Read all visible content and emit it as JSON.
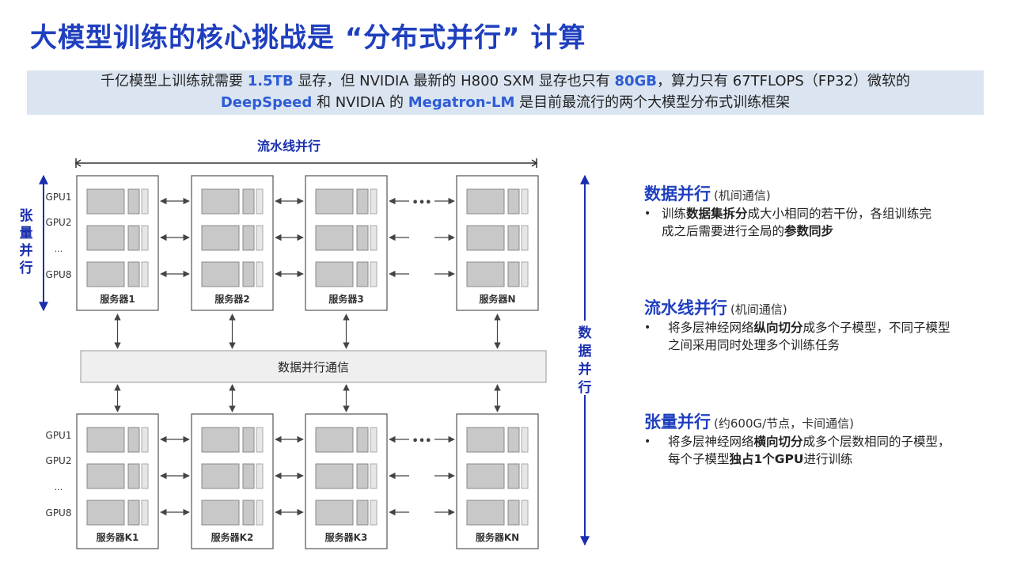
{
  "title": "大模型训练的核心挑战是 “分布式并行” 计算",
  "banner": {
    "line1_parts": [
      "千亿模型上训练就需要 ",
      "1.5TB",
      " 显存，但 NVIDIA 最新的 H800 SXM 显存也只有 ",
      "80GB",
      "，算力只有 67TFLOPS（FP32）微软的"
    ],
    "line2_parts": [
      "DeepSpeed",
      " 和 NVIDIA 的 ",
      "Megatron-LM",
      " 是目前最流行的两个大模型分布式训练框架"
    ]
  },
  "diagram": {
    "pipeline_label": "流水线并行",
    "tensor_label": "张量并行",
    "data_parallel_label": "数据并行",
    "comm_bar_label": "数据并行通信",
    "gpu_labels_top": [
      "GPU1",
      "GPU2",
      "...",
      "GPU8"
    ],
    "gpu_labels_bottom": [
      "GPU1",
      "GPU2",
      "...",
      "GPU8"
    ],
    "servers_top": [
      "服务器1",
      "服务器2",
      "服务器3",
      "服务器N"
    ],
    "servers_bottom": [
      "服务器K1",
      "服务器K2",
      "服务器K3",
      "服务器KN"
    ],
    "ellipsis": "•••"
  },
  "side": {
    "data": {
      "title": "数据并行",
      "note": "(机间通信)",
      "bullet": "•",
      "line1_parts": [
        "训练",
        "数据集拆分",
        "成大小相同的若干份，各组训练完"
      ],
      "line2_parts": [
        "成之后需要进行全局的",
        "参数同步"
      ]
    },
    "pipeline": {
      "title": "流水线并行",
      "note": "(机间通信)",
      "bullet": "•",
      "line1_parts": [
        "将多层神经网络",
        "纵向切分",
        "成多个子模型，不同子模型"
      ],
      "line2": "之间采用同时处理多个训练任务"
    },
    "tensor": {
      "title": "张量并行",
      "note": "(约600G/节点，卡间通信)",
      "bullet": "•",
      "line1_parts": [
        "将多层神经网络",
        "横向切分",
        "成多个层数相同的子模型，"
      ],
      "line2_parts": [
        "每个子模型",
        "独占1个GPU",
        "进行训练"
      ]
    }
  },
  "colors": {
    "title": "#1f3fbf",
    "banner_bg": "#dbe5f1",
    "highlight": "#2e5bd6",
    "arrow_blue": "#1a2fae",
    "gpu_fill": "#c8c8c8",
    "bar_fill": "#efefef"
  }
}
